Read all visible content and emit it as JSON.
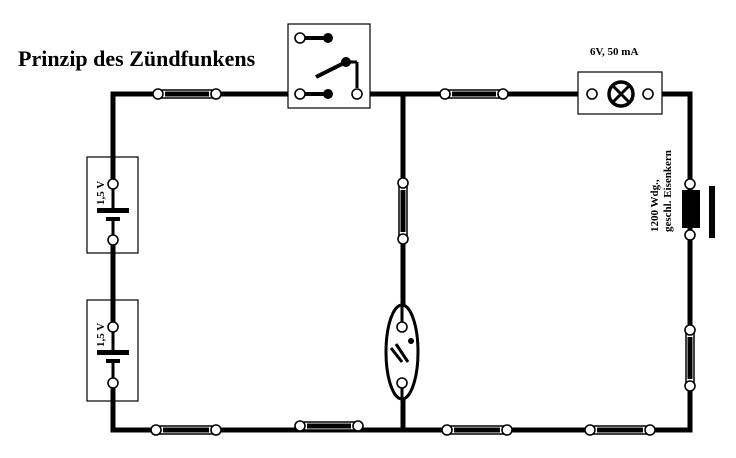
{
  "title": "Prinzip des Zündfunkens",
  "battery_top": {
    "label": "1,5 V"
  },
  "battery_bottom": {
    "label": "1,5 V"
  },
  "lamp": {
    "label": "6V, 50 mA"
  },
  "coil": {
    "label_line1": "1200 Wdg.,",
    "label_line2": "geschl. Eisenkern"
  },
  "colors": {
    "line": "#000000",
    "background": "#ffffff"
  },
  "icons": [
    "switch-icon",
    "lamp-icon",
    "coil-icon",
    "battery-icon",
    "spark-gap-icon",
    "connector-icon"
  ]
}
